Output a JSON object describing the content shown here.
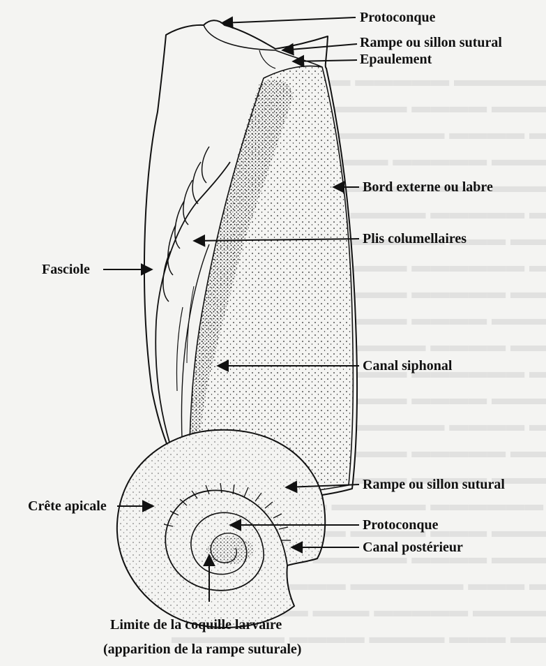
{
  "top_figure": {
    "labels": {
      "protoconque": "Protoconque",
      "rampe_sillon_sutural": "Rampe ou sillon sutural",
      "epaulement": "Epaulement",
      "bord_externe": "Bord externe ou labre",
      "plis_columellaires": "Plis columellaires",
      "fasciole": "Fasciole",
      "canal_siphonal": "Canal siphonal"
    }
  },
  "bottom_figure": {
    "labels": {
      "rampe_sillon_sutural": "Rampe ou sillon sutural",
      "crete_apicale": "Crête apicale",
      "protoconque": "Protoconque",
      "canal_posterieur": "Canal postérieur",
      "limite_line1": "Limite de la coquille larvaire",
      "limite_line2": "(apparition de la rampe suturale)"
    }
  },
  "colors": {
    "ink": "#111111",
    "paper": "#f4f4f2"
  }
}
